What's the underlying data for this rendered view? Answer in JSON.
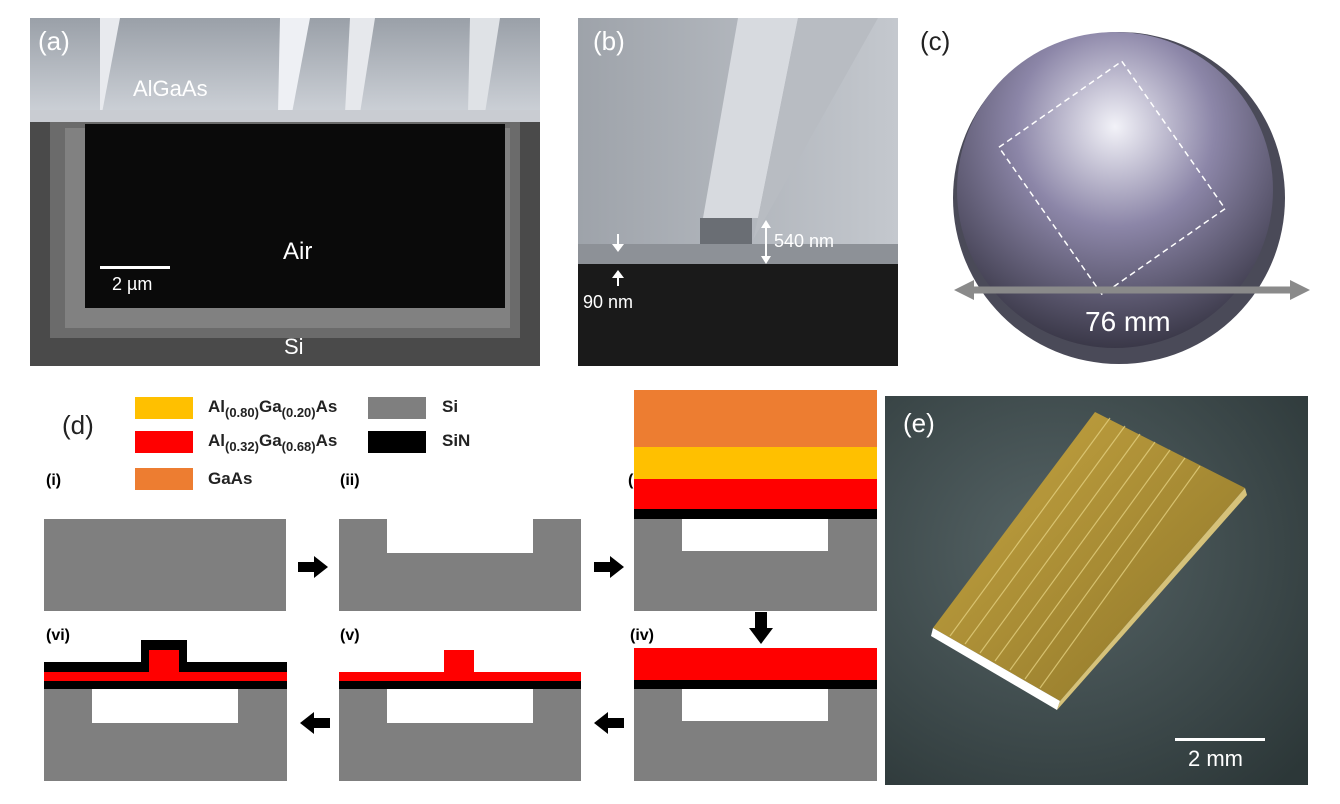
{
  "panels": {
    "a": {
      "label": "(a)",
      "material_top": "AlGaAs",
      "cavity": "Air",
      "substrate": "Si",
      "scale": "2 µm"
    },
    "b": {
      "label": "(b)",
      "height_label": "540 nm",
      "thickness_label": "90 nm"
    },
    "c": {
      "label": "(c)",
      "diameter": "76 mm"
    },
    "d": {
      "label": "(d)",
      "legend": [
        {
          "pre": "Al",
          "s1": "(0.80)",
          "mid": "Ga",
          "s2": "(0.20)",
          "post": "As",
          "color": "#ffc000"
        },
        {
          "pre": "Al",
          "s1": "(0.32)",
          "mid": "Ga",
          "s2": "(0.68)",
          "post": "As",
          "color": "#ff0000"
        },
        {
          "text": "GaAs",
          "color": "#ed7d31"
        },
        {
          "text": "Si",
          "color": "#7f7f7f"
        },
        {
          "text": "SiN",
          "color": "#000000"
        }
      ],
      "steps": [
        "(i)",
        "(ii)",
        "(iii)",
        "(iv)",
        "(v)",
        "(vi)"
      ]
    },
    "e": {
      "label": "(e)",
      "scale": "2 mm"
    }
  }
}
